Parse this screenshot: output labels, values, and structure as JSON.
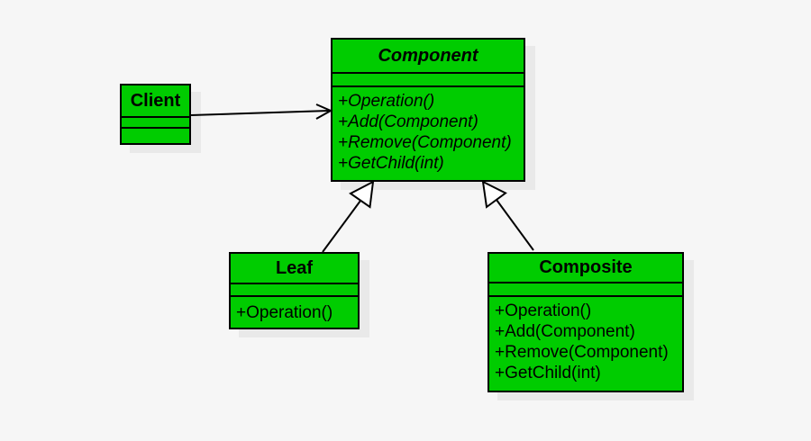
{
  "diagram": {
    "type": "uml-class-diagram",
    "classes": {
      "client": {
        "name": "Client",
        "attributes": [],
        "methods": []
      },
      "component": {
        "name": "Component",
        "attributes": [],
        "methods": [
          "+Operation()",
          "+Add(Component)",
          "+Remove(Component)",
          "+GetChild(int)"
        ]
      },
      "leaf": {
        "name": "Leaf",
        "attributes": [],
        "methods": [
          "+Operation()"
        ]
      },
      "composite": {
        "name": "Composite",
        "attributes": [],
        "methods": [
          "+Operation()",
          "+Add(Component)",
          "+Remove(Component)",
          "+GetChild(int)"
        ]
      }
    },
    "relations": [
      {
        "type": "association",
        "from": "Client",
        "to": "Component",
        "arrowhead": "open"
      },
      {
        "type": "generalization",
        "from": "Leaf",
        "to": "Component",
        "arrowhead": "hollow-triangle"
      },
      {
        "type": "generalization",
        "from": "Composite",
        "to": "Component",
        "arrowhead": "hollow-triangle"
      }
    ],
    "colors": {
      "class_fill": "#00CC00",
      "border": "#000000",
      "background": "#F6F6F6",
      "shadow": "#E9E9E9",
      "arrowhead_fill": "#FFFFFF",
      "text": "#000000"
    }
  }
}
